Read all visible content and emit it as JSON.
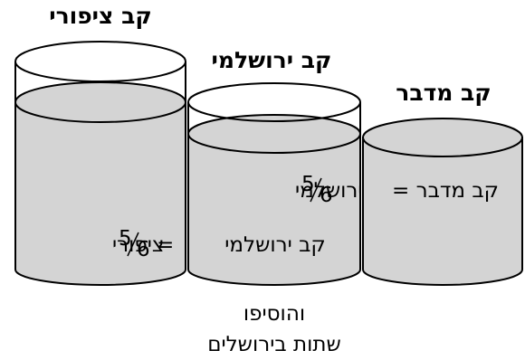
{
  "diagram": {
    "colors": {
      "liquid": "#d4d4d4",
      "outline": "#000000",
      "background": "#ffffff"
    },
    "containers": [
      {
        "id": "tzippori",
        "title": "קב ציפורי",
        "label_text": "ציפורי",
        "fraction_numerator": "5",
        "fraction_denominator": "6",
        "equals": "="
      },
      {
        "id": "yerushalmi",
        "title": "קב ירושלמי",
        "line1_text": "ירושלמי",
        "fraction_numerator": "5",
        "fraction_denominator": "6",
        "line2": "קב ירושלמי"
      },
      {
        "id": "midbar",
        "title": "קב מדבר",
        "line1": "קב מדבר ="
      }
    ],
    "caption": {
      "line1": "והוסיפו",
      "line2": "שתות בירושלים"
    }
  }
}
